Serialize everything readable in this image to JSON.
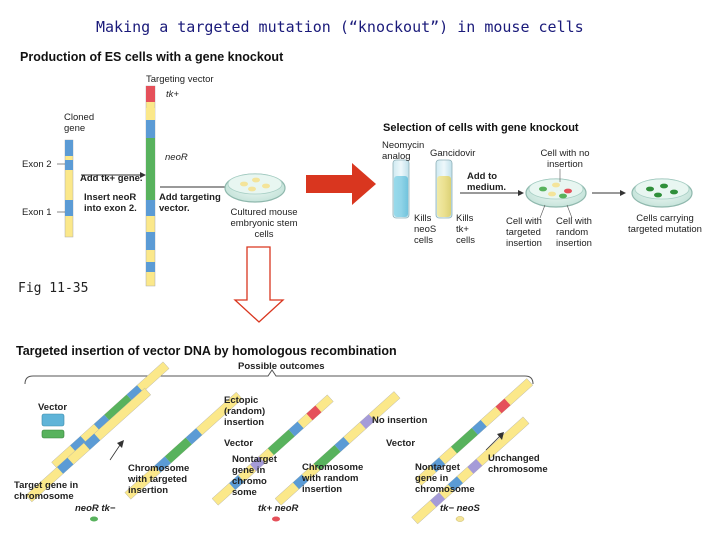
{
  "title": "Making a targeted mutation (“knockout”) in mouse cells",
  "figure_label": "Fig 11-35",
  "production": {
    "heading": "Production of ES cells with a gene knockout",
    "targeting_vector": "Targeting vector",
    "tk_plus": "tk+",
    "cloned_gene": "Cloned gene",
    "neo_r": "neoR",
    "exon2": "Exon 2",
    "exon1": "Exon 1",
    "add_tk": "Add tk+ gene.",
    "insert_neo": "Insert neoR into exon 2.",
    "add_vector": "Add targeting vector.",
    "cultured": "Cultured mouse embryonic stem cells"
  },
  "selection": {
    "heading": "Selection of cells with gene knockout",
    "neomycin": "Neomycin analog",
    "ganciclovir": "Gancidovir",
    "add_medium": "Add to medium.",
    "kills_neo": "Kills neoS cells",
    "kills_tk": "Kills tk+ cells",
    "no_insertion": "Cell with no insertion",
    "targeted": "Cell with targeted insertion",
    "random": "Cell with random insertion",
    "carrying": "Cells carrying targeted mutation"
  },
  "insertion": {
    "heading": "Targeted insertion of vector DNA by homologous recombination",
    "possible_outcomes": "Possible outcomes",
    "vector": "Vector",
    "target_gene": "Target gene in chromosome",
    "chrom_targeted": "Chromosome with targeted insertion",
    "ectopic": "Ectopic (random) insertion",
    "vector2": "Vector",
    "nontarget": "Nontarget gene in chromo some",
    "chrom_random": "Chromosome with random insertion",
    "no_insertion": "No insertion",
    "vector3": "Vector",
    "nontarget2": "Nontarget gene in chromosome",
    "unchanged": "Unchanged chromosome",
    "geno1": "neoR tk−",
    "geno2": "tk+ neoR",
    "geno3": "tk− neoS"
  },
  "colors": {
    "title": "#1a1a7a",
    "red_arrow": "#d9361f",
    "blue_segment": "#5b9bd5",
    "yellow_segment": "#fbe88a",
    "green_segment": "#58b25d",
    "red_segment": "#e5505a",
    "purple_segment": "#a59bd8",
    "dish_fill": "#d9efe9"
  },
  "icons": [
    "red-right-arrow-icon",
    "down-arrow-icon",
    "petri-dish-icon",
    "test-tube-icon"
  ]
}
